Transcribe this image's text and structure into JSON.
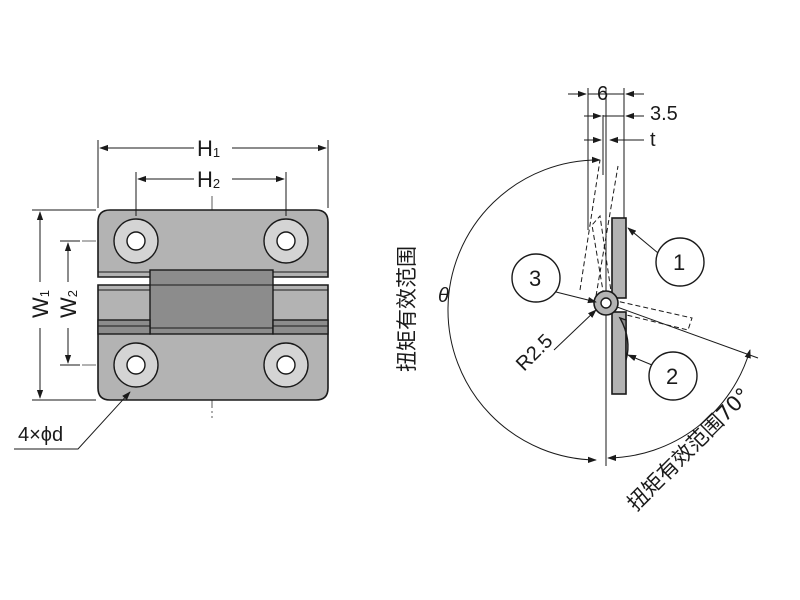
{
  "front_view": {
    "h1_label": "H",
    "h1_sub": "1",
    "h2_label": "H",
    "h2_sub": "2",
    "w1_label": "W",
    "w1_sub": "1",
    "w2_label": "W",
    "w2_sub": "2",
    "hole_callout": "4×ϕd"
  },
  "side_view": {
    "dim_6": "6",
    "dim_3_5": "3.5",
    "dim_t": "t",
    "radius": "R2.5",
    "theta": "θ",
    "torque_range_label": "扭矩有效范围",
    "torque_range_70_label": "扭矩有效范围70°",
    "balloons": [
      "1",
      "2",
      "3"
    ]
  },
  "colors": {
    "part_fill": "#b3b3b3",
    "part_dark": "#8c8c8c",
    "line": "#1a1a1a"
  }
}
